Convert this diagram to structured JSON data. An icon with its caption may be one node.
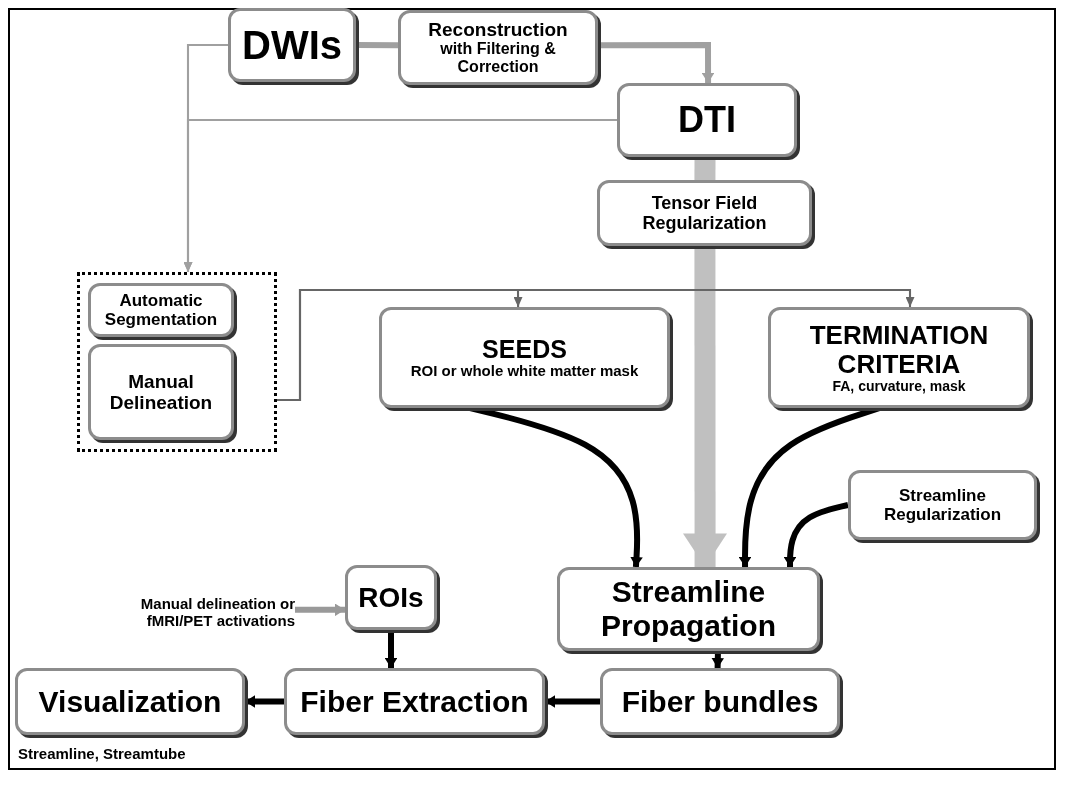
{
  "diagram": {
    "nodes": [
      {
        "text": [
          "DWIs"
        ]
      },
      {
        "text": [
          "Reconstruction",
          "with Filtering & Correction"
        ]
      },
      {
        "text": [
          "DTI"
        ]
      },
      {
        "text": [
          "Tensor Field Regularization"
        ]
      },
      {
        "text": [],
        "shape": "box"
      },
      {
        "text": [
          "Automatic Segmentation"
        ],
        "in": 4
      },
      {
        "text": [
          "Manual Delineation"
        ],
        "in": 4
      },
      {
        "text": [
          "SEEDS",
          "ROI or whole white matter mask"
        ]
      },
      {
        "text": [
          "TERMINATION CRITERIA",
          "FA, curvature, mask"
        ]
      },
      {
        "text": [
          "Streamline Regularization"
        ]
      },
      {
        "text": [
          "Streamline Propagation"
        ]
      },
      {
        "text": [
          "ROIs"
        ]
      },
      {
        "text": [
          "Manual delineation or fMRI/PET activations"
        ]
      },
      {
        "text": [
          "Visualization"
        ],
        "beside": [
          "Streamline, Streamtube"
        ]
      },
      {
        "text": [
          "Fiber Extraction"
        ]
      },
      {
        "text": [
          "Fiber bundles"
        ]
      }
    ],
    "edges": [
      {
        "from": 0,
        "to": 1,
        "arrow": "none",
        "color": "#a0a0a0"
      },
      {
        "from": 1,
        "to": 2,
        "arrow": "to",
        "color": "#a0a0a0"
      },
      {
        "from": 0,
        "to": 4,
        "arrow": "to",
        "color": "#a0a0a0"
      },
      {
        "from": 2,
        "to": 4,
        "arrow": "to",
        "color": "#a0a0a0"
      },
      {
        "from": 2,
        "to": 3,
        "arrow": "none",
        "style": "thick",
        "color": "#c0c0c0"
      },
      {
        "from": 3,
        "to": 10,
        "arrow": "to",
        "style": "thick",
        "color": "#c0c0c0"
      },
      {
        "from": 4,
        "to": 7,
        "arrow": "to",
        "color": "#666666"
      },
      {
        "from": 4,
        "to": 8,
        "arrow": "to",
        "color": "#666666"
      },
      {
        "from": 7,
        "to": 10,
        "arrow": "to"
      },
      {
        "from": 8,
        "to": 10,
        "arrow": "to"
      },
      {
        "from": 9,
        "to": 10,
        "arrow": "to"
      },
      {
        "from": 12,
        "to": 11,
        "arrow": "to",
        "color": "#999999"
      },
      {
        "from": 11,
        "to": 14,
        "arrow": "to"
      },
      {
        "from": 10,
        "to": 15,
        "arrow": "to"
      },
      {
        "from": 15,
        "to": 14,
        "arrow": "to"
      },
      {
        "from": 14,
        "to": 13,
        "arrow": "to"
      }
    ]
  }
}
